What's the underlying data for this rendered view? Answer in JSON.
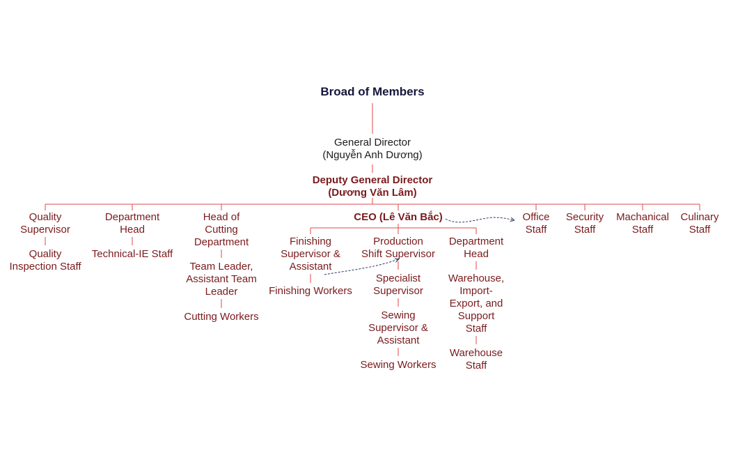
{
  "org": {
    "top": "Broad of Members",
    "general_director": "General Director\n(Nguyễn Anh Dương)",
    "deputy": "Deputy General Director\n(Dương Văn Lâm)",
    "quality_supervisor": "Quality\nSupervisor",
    "quality_inspection": "Quality\nInspection Staff",
    "dept_head_left": "Department\nHead",
    "technical_ie": "Technical-IE Staff",
    "head_cutting": "Head of\nCutting\nDepartment",
    "team_leader": "Team Leader,\nAssistant Team\nLeader",
    "cutting_workers": "Cutting Workers",
    "ceo": "CEO (Lê Văn Bắc)",
    "finishing_supervisor": "Finishing\nSupervisor &\nAssistant",
    "finishing_workers": "Finishing Workers",
    "production_shift": "Production\nShift Supervisor",
    "specialist_supervisor": "Specialist\nSupervisor",
    "sewing_supervisor": "Sewing\nSupervisor &\nAssistant",
    "sewing_workers": "Sewing Workers",
    "dept_head_right": "Department\nHead",
    "warehouse_import": "Warehouse,\nImport-\nExport, and\nSupport\nStaff",
    "warehouse_staff": "Warehouse\nStaff",
    "office_staff": "Office\nStaff",
    "security_staff": "Security\nStaff",
    "mechanical_staff": "Machanical\nStaff",
    "culinary_staff": "Culinary\nStaff"
  },
  "colors": {
    "line": "#e0474c",
    "dashed": "#2a3566",
    "node_text": "#7a1a1c",
    "top_text": "#14163a"
  }
}
